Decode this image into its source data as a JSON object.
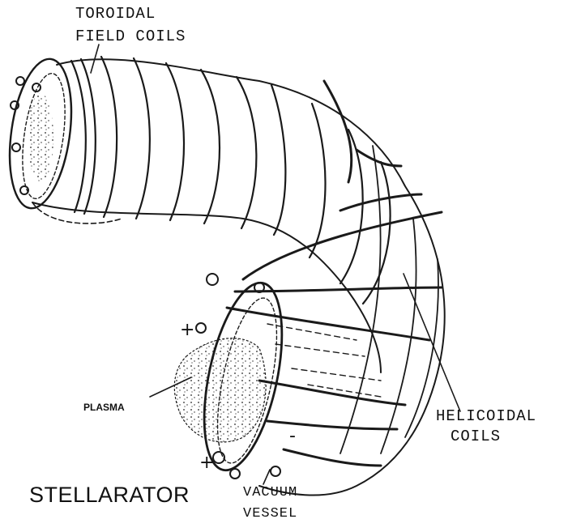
{
  "diagram": {
    "title": "STELLARATOR",
    "labels": {
      "toroidal_line1": "TOROIDAL",
      "toroidal_line2": "FIELD COILS",
      "helicoidal_line1": "HELICOIDAL",
      "helicoidal_line2": "COILS",
      "plasma": "PLASMA",
      "vacuum_line1": "VACUUM",
      "vacuum_line2": "VESSEL"
    },
    "polarity": {
      "upper": "+",
      "lower": "+",
      "minus": "-"
    }
  }
}
